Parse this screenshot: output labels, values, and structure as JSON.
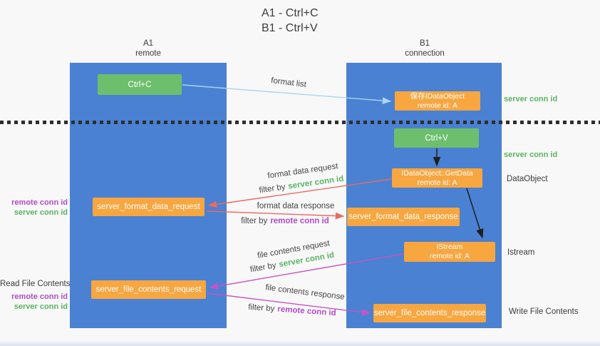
{
  "title": {
    "line1": "A1 - Ctrl+C",
    "line2": "B1 - Ctrl+V"
  },
  "lifelines": {
    "a1": {
      "name": "A1",
      "role": "remote"
    },
    "b1": {
      "name": "B1",
      "role": "connection"
    }
  },
  "boxes": {
    "ctrl_c": {
      "label": "Ctrl+C"
    },
    "ctrl_v": {
      "label": "Ctrl+V"
    },
    "save_idataobject": {
      "line1": "保存IDataObject",
      "line2": "remote id: A"
    },
    "getdata": {
      "line1": "IDataObject::GetData",
      "line2": "remote id: A"
    },
    "istream": {
      "line1": "IStream",
      "line2": "remote id: A"
    },
    "format_request": {
      "label": "server_format_data_request"
    },
    "format_response": {
      "label": "server_format_data_response"
    },
    "file_request": {
      "label": "server_file_contents_request"
    },
    "file_response": {
      "label": "server_file_contents_response"
    }
  },
  "terms": {
    "filter_by": "filter by",
    "server_conn_id": "server conn id",
    "remote_conn_id": "remote conn id"
  },
  "arrow_labels": {
    "format_list": "format list",
    "format_data_request": "format data request",
    "format_data_response": "format data response",
    "file_contents_request": "file contents request",
    "file_contents_response": "file contents response"
  },
  "side_labels": {
    "dataobject": "DataObject",
    "istream": "Istream",
    "write_file_contents": "Write File Contents",
    "read_file_contents": "Read File Contents"
  },
  "colors": {
    "column_blue": "#4a81d2",
    "box_orange": "#f7a640",
    "box_green": "#6dbf6d",
    "term_green": "#57b560",
    "term_purple": "#b14cc6",
    "arrow_light_blue": "#a8d5f0",
    "arrow_red": "#ec6a5e",
    "arrow_magenta": "#c455c4",
    "arrow_black": "#1f1f1f",
    "divider_dark": "#2e2e2e",
    "background": "#f8f8f9"
  }
}
